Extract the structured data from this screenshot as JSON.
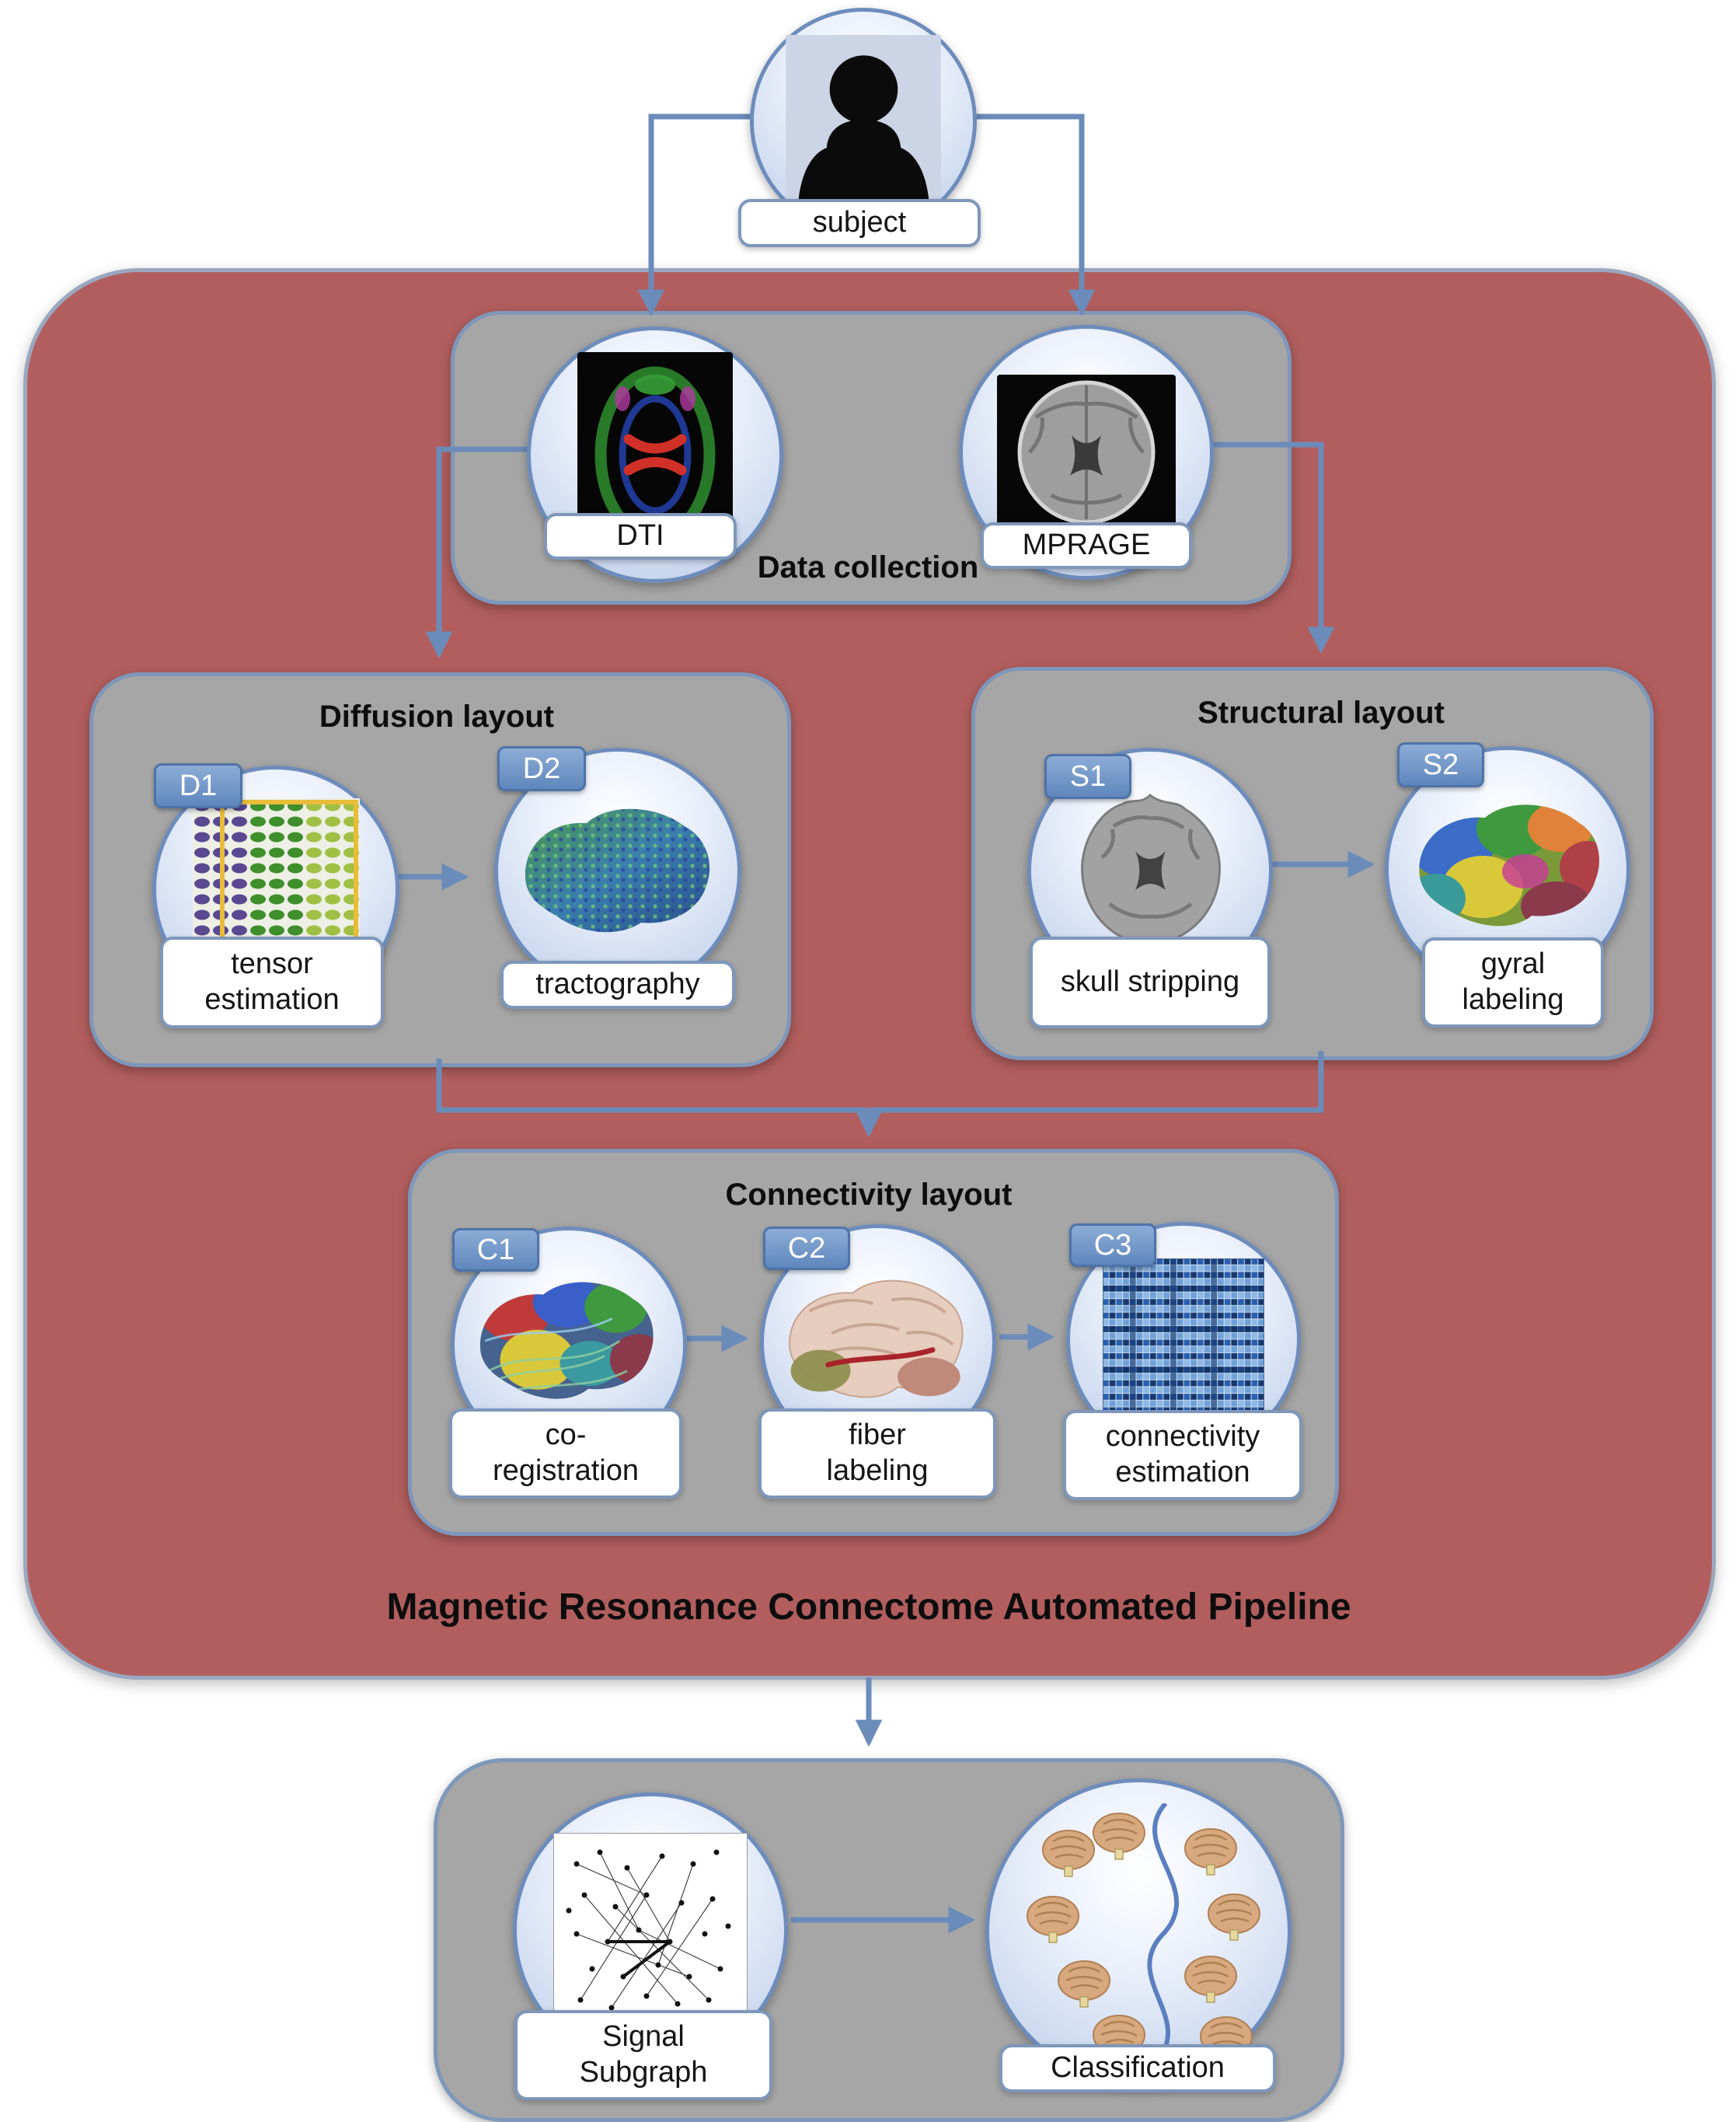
{
  "colors": {
    "pipeline_bg": "#b25e5e",
    "panel_bg": "#a6a6a6",
    "accent_blue": "#6b8cba",
    "circle_border": "#6d8cbc",
    "tab_fill": "#5f87bd",
    "pill_bg": "#ffffff"
  },
  "subject_label": "subject",
  "pipeline_title": "Magnetic Resonance Connectome Automated Pipeline",
  "panels": {
    "data_collection": {
      "title": "Data collection"
    },
    "diffusion": {
      "title": "Diffusion layout"
    },
    "structural": {
      "title": "Structural layout"
    },
    "connectivity": {
      "title": "Connectivity layout"
    }
  },
  "nodes": {
    "dti": {
      "label": "DTI"
    },
    "mprage": {
      "label": "MPRAGE"
    },
    "d1": {
      "tag": "D1",
      "label": "tensor estimation"
    },
    "d2": {
      "tag": "D2",
      "label": "tractography"
    },
    "s1": {
      "tag": "S1",
      "label": "skull stripping"
    },
    "s2": {
      "tag": "S2",
      "label": "gyral labeling"
    },
    "c1": {
      "tag": "C1",
      "label": "co-registration"
    },
    "c2": {
      "tag": "C2",
      "label": "fiber labeling"
    },
    "c3": {
      "tag": "C3",
      "label": "connectivity estimation"
    }
  },
  "output": {
    "signal_subgraph": {
      "label": "Signal Subgraph"
    },
    "classification": {
      "label": "Classification"
    }
  }
}
